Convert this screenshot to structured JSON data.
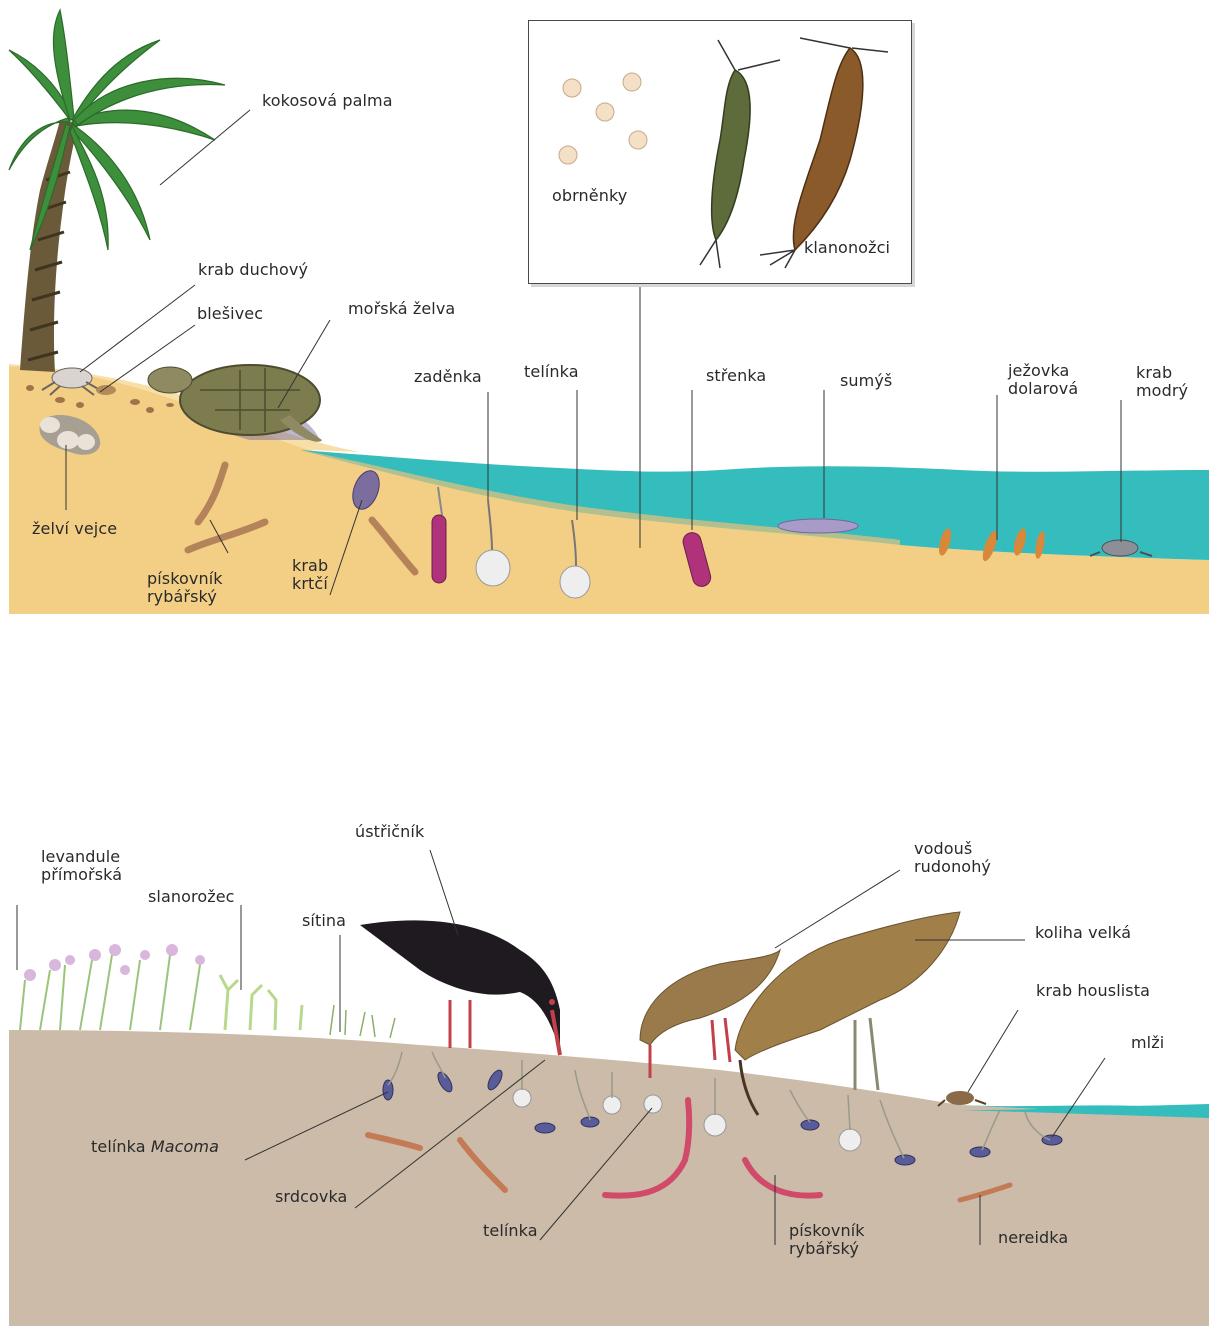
{
  "beach_scene": {
    "inset": {
      "labels": {
        "barnacle_larvae": "obrněnky",
        "copepods": "klanonožci"
      }
    },
    "labels": {
      "coconut_palm": "kokosová palma",
      "ghost_crab": "krab duchový",
      "sand_hopper": "blešivec",
      "sea_turtle": "mořská želva",
      "turtle_eggs": "želví vejce",
      "lugworm": "pískovník\nrybářský",
      "mole_crab": "krab\nkrtčí",
      "donax": "zaděnka",
      "tellin": "telínka",
      "razor_clam": "střenka",
      "sea_cucumber": "sumýš",
      "sand_dollar": "ježovka\ndolarová",
      "blue_crab": "krab\nmodrý"
    }
  },
  "mudflat_scene": {
    "labels": {
      "sea_lavender": "levandule\npřímořská",
      "glasswort": "slanorožec",
      "rush": "sítina",
      "oystercatcher": "ústřičník",
      "redshank": "vodouš\nrudonohý",
      "curlew": "koliha velká",
      "fiddler_crab": "krab houslista",
      "bivalves": "mlži",
      "macoma_prefix": "telínka",
      "macoma_genus": "Macoma",
      "cockle": "srdcovka",
      "tellin": "telínka",
      "lugworm": "pískovník\nrybářský",
      "ragworm": "nereidka"
    }
  },
  "colors": {
    "sand": "#f3cf86",
    "water": "#35bcbc",
    "mud": "#cbbba8",
    "palm_leaf": "#3e8f3c",
    "turtle": "#7d7c4e"
  }
}
